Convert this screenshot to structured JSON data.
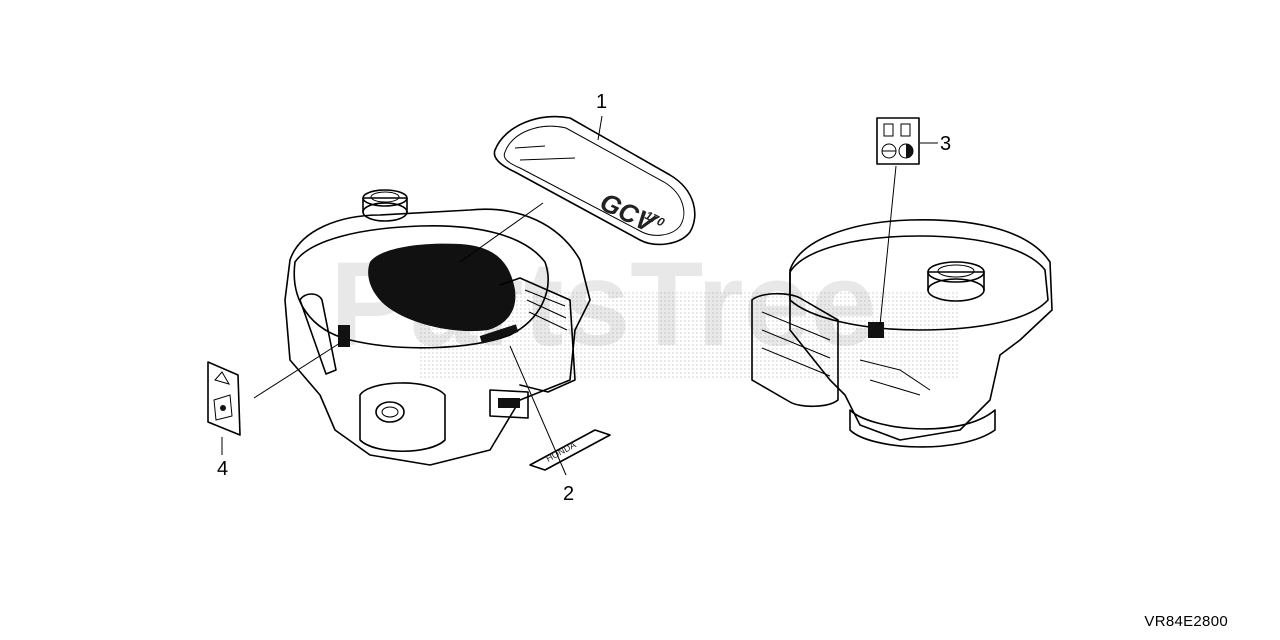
{
  "callouts": [
    {
      "id": "1",
      "label": "1"
    },
    {
      "id": "2",
      "label": "2"
    },
    {
      "id": "3",
      "label": "3"
    },
    {
      "id": "4",
      "label": "4"
    }
  ],
  "decal_text": {
    "cover_brand": "GCV",
    "cover_model": "170",
    "emblem": "HONDA"
  },
  "watermark": "PartsTree",
  "diagram_code": "VR84E2800"
}
